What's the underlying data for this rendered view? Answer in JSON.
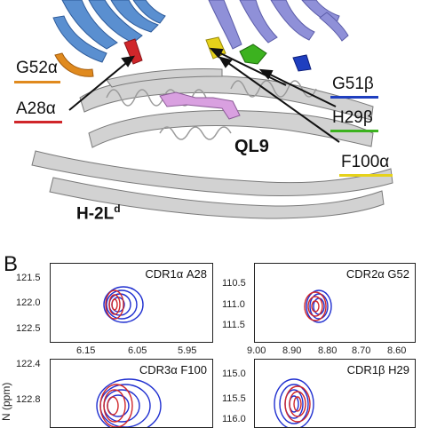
{
  "panel_b_label": "B",
  "structure": {
    "labels": {
      "g52a": {
        "text": "G52α",
        "color": "#e08a1e"
      },
      "a28a": {
        "text": "A28α",
        "color": "#d0262a"
      },
      "g51b": {
        "text": "G51β",
        "color": "#1f3fbf"
      },
      "h29b": {
        "text": "H29β",
        "color": "#3cb21f"
      },
      "f100a": {
        "text": "F100α",
        "color": "#e6d21a"
      },
      "ql9": "QL9",
      "h2l_base": "H-2L",
      "h2l_sup": "d"
    },
    "colors": {
      "tcr_alpha": "#5a8fd0",
      "tcr_beta": "#8f90d8",
      "mhc": "#c8c8c8",
      "peptide": "#d9a0e0"
    }
  },
  "spectra": {
    "series_colors": {
      "blue": "#1f2fd0",
      "red": "#d0262a"
    },
    "y_axis_label": "N (ppm)",
    "plots": [
      {
        "title": "CDR1α A28",
        "x_ticks": [
          "6.15",
          "6.05",
          "5.95"
        ],
        "y_ticks": [
          "121.5",
          "122.0",
          "122.5"
        ]
      },
      {
        "title": "CDR2α G52",
        "x_ticks": [
          "9.00",
          "8.90",
          "8.80",
          "8.70",
          "8.60"
        ],
        "y_ticks": [
          "110.5",
          "111.0",
          "111.5"
        ]
      },
      {
        "title": "CDR3α F100",
        "x_ticks": [],
        "y_ticks": [
          "122.4",
          "122.8"
        ]
      },
      {
        "title": "CDR1β H29",
        "x_ticks": [],
        "y_ticks": [
          "115.0",
          "115.5",
          "116.0"
        ]
      }
    ]
  }
}
